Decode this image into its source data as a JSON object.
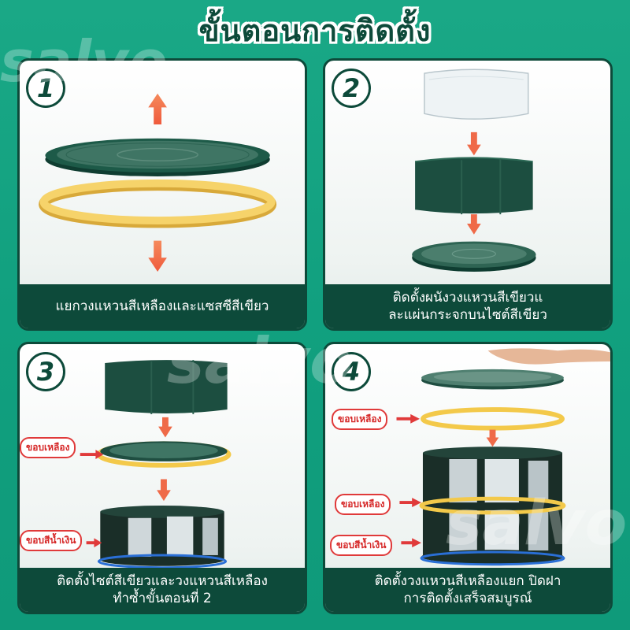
{
  "title": "ขั้นตอนการติดตั้ง",
  "watermark": "salvo",
  "colors": {
    "background": "#11a07f",
    "dark_green": "#0d4a3a",
    "yellow": "#f3c94a",
    "arrow": "#f26b4b",
    "label_red": "#d62828"
  },
  "steps": [
    {
      "number": "1",
      "caption_lines": [
        "แยกวงแหวนสีเหลืองและแซสซีสีเขียว"
      ]
    },
    {
      "number": "2",
      "caption_lines": [
        "ติดตั้งผนังวงแหวนสีเขียวแ",
        "ละแผ่นกระจกบนไซต์สีเขียว"
      ]
    },
    {
      "number": "3",
      "caption_lines": [
        "ติดตั้งไซต์สีเขียวและวงแหวนสีเหลือง",
        "ทำซ้ำขั้นตอนที่ 2"
      ],
      "labels": {
        "yellow_rim": "ขอบเหลือง",
        "blue_rim": "ขอบสีน้ำเงิน"
      }
    },
    {
      "number": "4",
      "caption_lines": [
        "ติดตั้งวงแหวนสีเหลืองแยก ปิดฝา",
        "การติดตั้งเสร็จสมบูรณ์"
      ],
      "labels": {
        "yellow_rim_top": "ขอบเหลือง",
        "yellow_rim_mid": "ขอบเหลือง",
        "blue_rim": "ขอบสีน้ำเงิน"
      }
    }
  ]
}
